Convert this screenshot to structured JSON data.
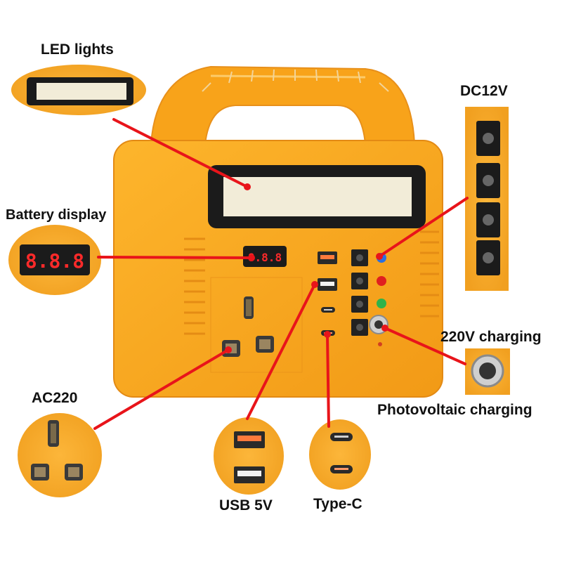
{
  "labels": {
    "led_lights": "LED lights",
    "battery_display": "Battery display",
    "dc12v": "DC12V",
    "charging_220v": "220V charging",
    "photovoltaic_charging": "Photovoltaic charging",
    "ac220": "AC220",
    "usb_5v": "USB 5V",
    "type_c": "Type-C"
  },
  "battery_readout": "8.8.8",
  "colors": {
    "body": "#f9a51c",
    "body_dark": "#e8901a",
    "pointer": "#e8141a",
    "panel": "#1b1b1b",
    "lens": "#f2ecd8",
    "display_red": "#ff2a2a",
    "led_blue": "#2a6fe0",
    "led_red": "#e01f1f",
    "led_green": "#2fb34a",
    "usb_orange": "#ff7a3c"
  }
}
